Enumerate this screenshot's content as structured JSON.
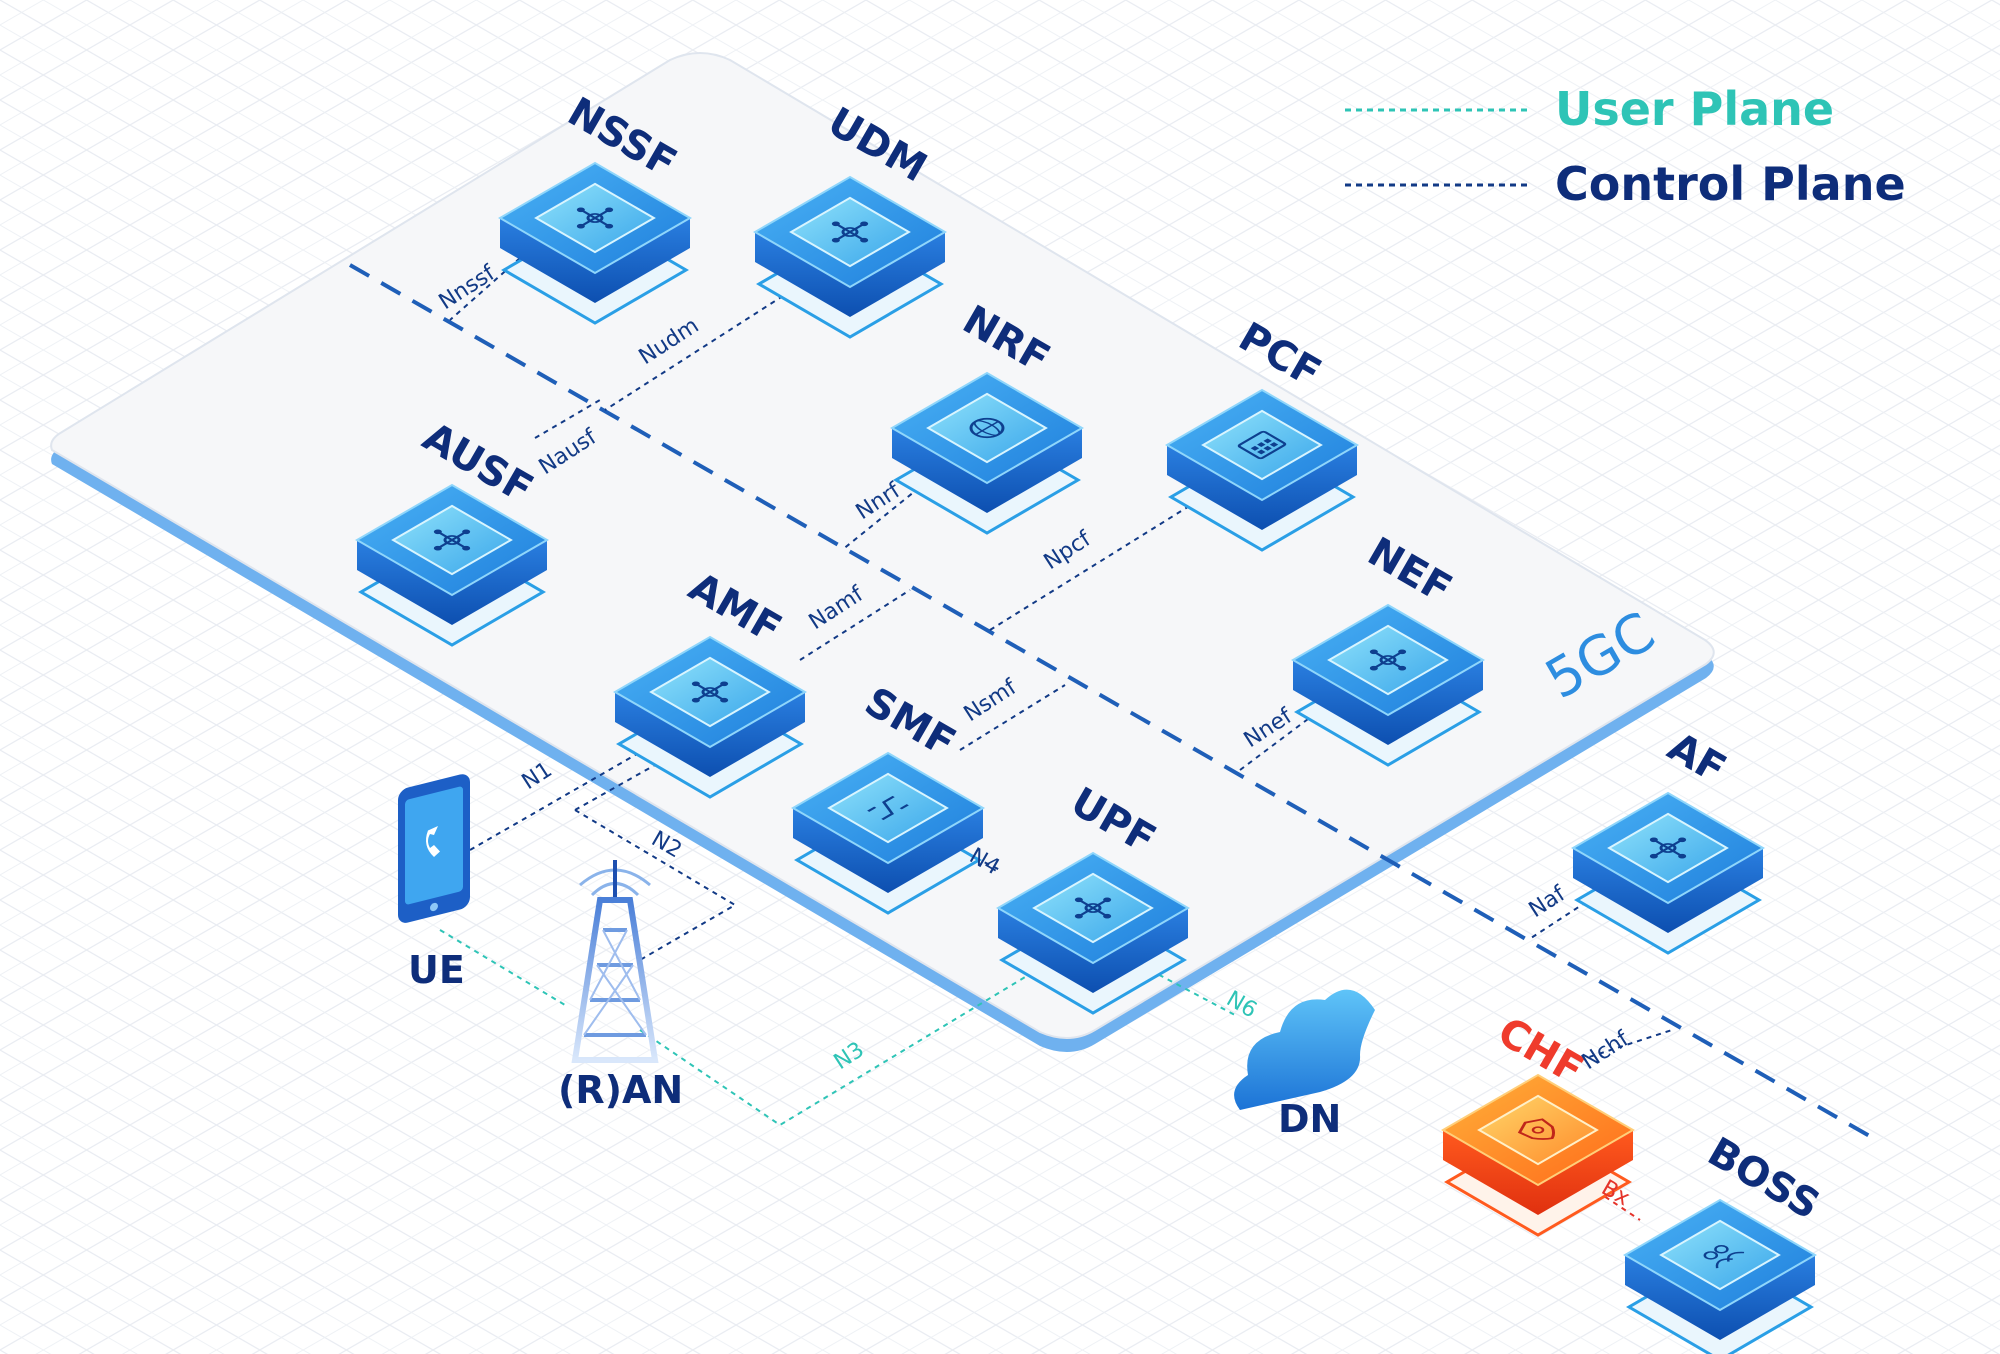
{
  "legend": {
    "user_plane": "User Plane",
    "control_plane": "Control Plane"
  },
  "core": {
    "label": "5GC"
  },
  "colors": {
    "user_plane": "#2ec4b6",
    "control_plane": "#123a86",
    "nf_blue": "#1f78d1",
    "chf_orange": "#ff6a1a",
    "label_navy": "#0e2d7a",
    "chf_red": "#ef3b2c"
  },
  "network_functions": [
    {
      "id": "nssf",
      "label": "NSSF",
      "icon": "network-hub-icon",
      "interface": "Nnssf"
    },
    {
      "id": "udm",
      "label": "UDM",
      "icon": "network-hub-icon",
      "interface": "Nudm"
    },
    {
      "id": "nrf",
      "label": "NRF",
      "icon": "globe-icon",
      "interface": "Nnrf"
    },
    {
      "id": "pcf",
      "label": "PCF",
      "icon": "calculator-icon",
      "interface": "Npcf"
    },
    {
      "id": "ausf",
      "label": "AUSF",
      "icon": "network-hub-icon",
      "interface": "Nausf"
    },
    {
      "id": "amf",
      "label": "AMF",
      "icon": "network-hub-icon",
      "interface": "Namf"
    },
    {
      "id": "smf",
      "label": "SMF",
      "icon": "switch-icon",
      "interface": "Nsmf"
    },
    {
      "id": "nef",
      "label": "NEF",
      "icon": "network-hub-icon",
      "interface": "Nnef"
    },
    {
      "id": "upf",
      "label": "UPF",
      "icon": "network-hub-icon",
      "interface": ""
    },
    {
      "id": "af",
      "label": "AF",
      "icon": "network-hub-icon",
      "interface": "Naf"
    },
    {
      "id": "chf",
      "label": "CHF",
      "icon": "shield-icon",
      "interface": "Nchf"
    },
    {
      "id": "boss",
      "label": "BOSS",
      "icon": "users-icon",
      "interface": ""
    }
  ],
  "reference_points": {
    "n1": "N1",
    "n2": "N2",
    "n3": "N3",
    "n4": "N4",
    "n6": "N6",
    "bx": "Bx"
  },
  "endpoints": {
    "ue": "UE",
    "ran": "(R)AN",
    "dn": "DN"
  }
}
